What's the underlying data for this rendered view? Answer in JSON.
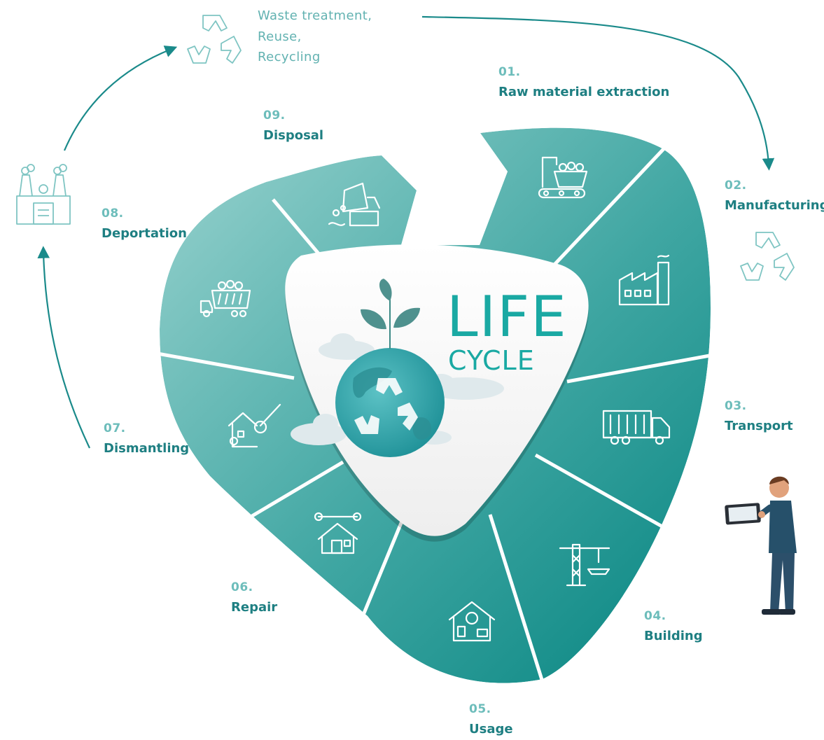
{
  "title": {
    "line1": "LIFE",
    "line2": "CYCLE"
  },
  "top_note": [
    "Waste treatment,",
    "Reuse,",
    "Recycling"
  ],
  "stages": [
    {
      "num": "01.",
      "name": "Raw material extraction",
      "icon": "mining-cart-icon"
    },
    {
      "num": "02.",
      "name": "Manufacturing",
      "icon": "factory-icon"
    },
    {
      "num": "03.",
      "name": "Transport",
      "icon": "truck-icon"
    },
    {
      "num": "04.",
      "name": "Building",
      "icon": "crane-icon"
    },
    {
      "num": "05.",
      "name": "Usage",
      "icon": "house-usage-icon"
    },
    {
      "num": "06.",
      "name": "Repair",
      "icon": "house-repair-icon"
    },
    {
      "num": "07.",
      "name": "Dismantling",
      "icon": "wrecking-ball-icon"
    },
    {
      "num": "08.",
      "name": "Deportation",
      "icon": "dump-truck-icon"
    },
    {
      "num": "09.",
      "name": "Disposal",
      "icon": "dumper-icon"
    }
  ],
  "colors": {
    "teal_light": "#8fcbc8",
    "teal_dark": "#0c8884",
    "number": "#6dbdbb",
    "label": "#1e7f82",
    "title": "#1aa9a3"
  }
}
